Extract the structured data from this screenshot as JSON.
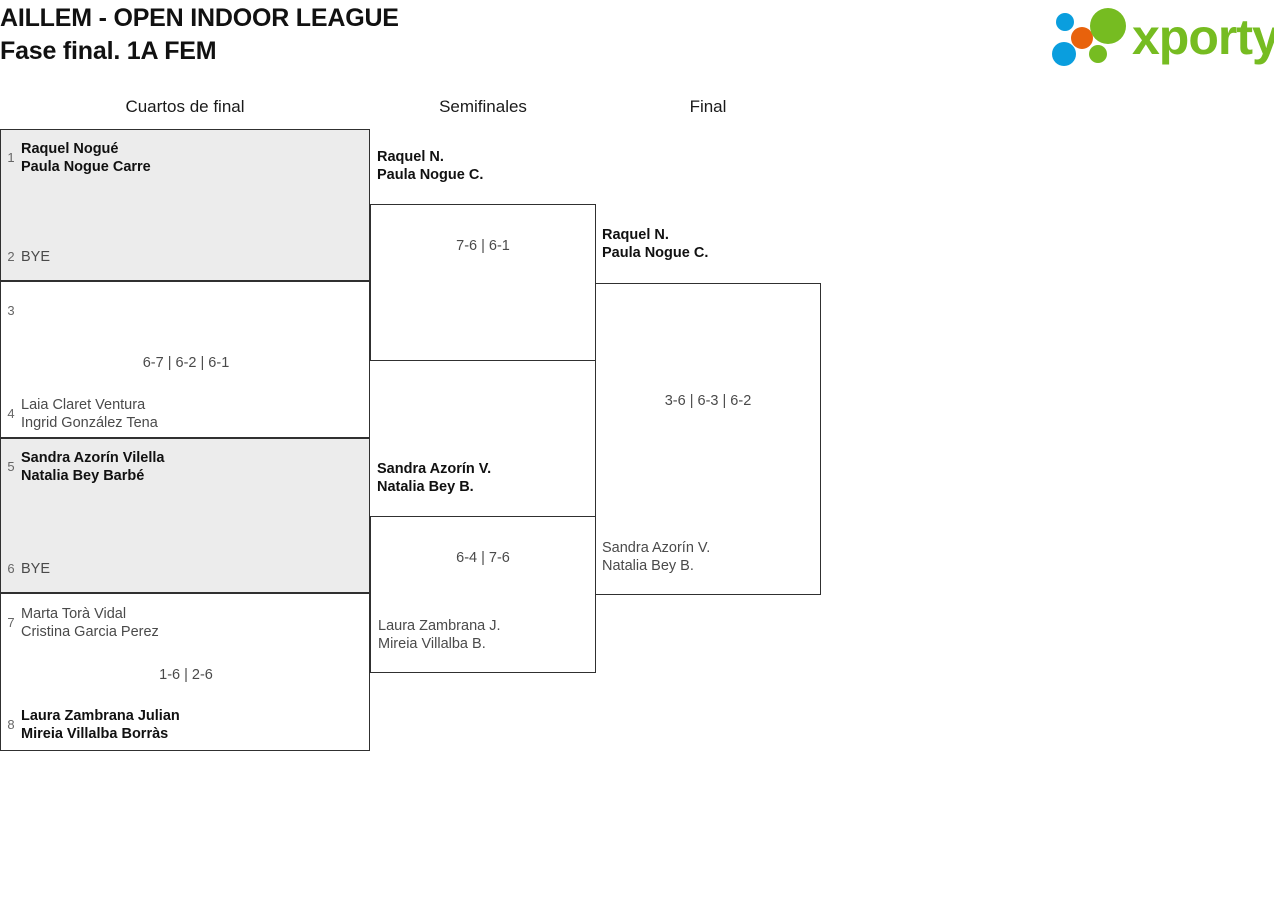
{
  "header": {
    "title_line1": "AILLEM - OPEN INDOOR LEAGUE",
    "title_line2": "Fase final. 1A FEM",
    "logo_text": "xporty",
    "logo_colors": {
      "green": "#76bc21",
      "blue": "#0a9ede",
      "orange": "#e8620c"
    }
  },
  "rounds": [
    {
      "label": "Cuartos de final"
    },
    {
      "label": "Semifinales"
    },
    {
      "label": "Final"
    }
  ],
  "colors": {
    "shaded_box": "#ececec",
    "border": "#303030",
    "winner_text": "#111111",
    "loser_text": "#4a4a4a",
    "seed_text": "#666666"
  },
  "bracket": {
    "quarterfinals": [
      {
        "seed_top": "1",
        "top_name1": "Raquel Nogué",
        "top_name2": "Paula Nogue Carre",
        "top_winner": true,
        "seed_bottom": "2",
        "bottom_name1": "BYE",
        "bottom_name2": "",
        "bottom_winner": false,
        "score": "",
        "shaded": true
      },
      {
        "seed_top": "3",
        "top_name1": "",
        "top_name2": "",
        "top_winner": false,
        "seed_bottom": "4",
        "bottom_name1": "Laia Claret Ventura",
        "bottom_name2": "Ingrid González Tena",
        "bottom_winner": false,
        "score": "6-7 | 6-2 | 6-1",
        "shaded": false
      },
      {
        "seed_top": "5",
        "top_name1": "Sandra Azorín Vilella",
        "top_name2": "Natalia Bey Barbé",
        "top_winner": true,
        "seed_bottom": "6",
        "bottom_name1": "BYE",
        "bottom_name2": "",
        "bottom_winner": false,
        "score": "",
        "shaded": true
      },
      {
        "seed_top": "7",
        "top_name1": "Marta Torà Vidal",
        "top_name2": "Cristina Garcia Perez",
        "top_winner": false,
        "seed_bottom": "8",
        "bottom_name1": "Laura Zambrana Julian",
        "bottom_name2": "Mireia Villalba Borràs",
        "bottom_winner": true,
        "score": "1-6 | 2-6",
        "shaded": false
      }
    ],
    "semifinals": [
      {
        "top_name1": "Raquel N.",
        "top_name2": "Paula Nogue C.",
        "top_winner": true,
        "bottom_name1": "",
        "bottom_name2": "",
        "bottom_winner": false,
        "score": "7-6 | 6-1"
      },
      {
        "top_name1": "Sandra Azorín V.",
        "top_name2": "Natalia Bey B.",
        "top_winner": true,
        "bottom_name1": "Laura Zambrana J.",
        "bottom_name2": "Mireia Villalba B.",
        "bottom_winner": false,
        "score": "6-4 | 7-6"
      }
    ],
    "final": [
      {
        "top_name1": "Raquel N.",
        "top_name2": "Paula Nogue C.",
        "top_winner": true,
        "bottom_name1": "Sandra Azorín V.",
        "bottom_name2": "Natalia Bey B.",
        "bottom_winner": false,
        "score": "3-6 | 6-3 | 6-2"
      }
    ]
  }
}
